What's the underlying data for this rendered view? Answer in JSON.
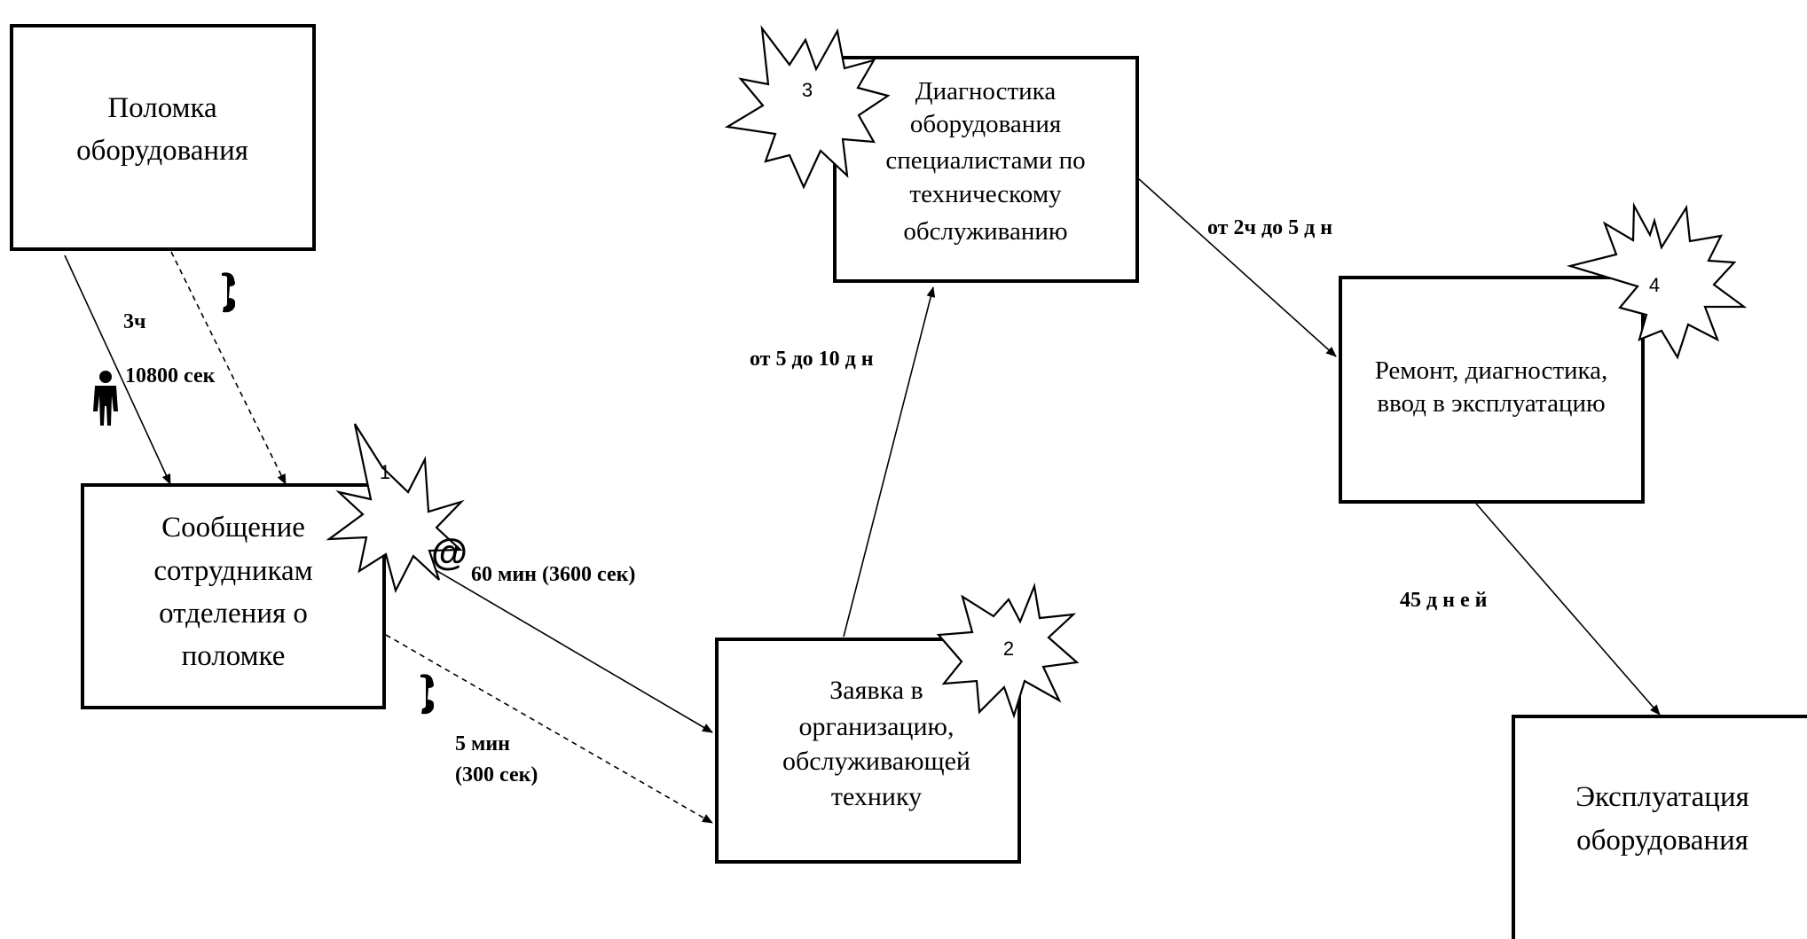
{
  "nodes": {
    "breakdown": {
      "lines": [
        "Поломка",
        "оборудования"
      ]
    },
    "report": {
      "lines": [
        "Сообщение",
        "сотрудникам",
        "отделения о",
        "поломке"
      ]
    },
    "request": {
      "lines": [
        "Заявка в",
        "организацию,",
        "обслуживающей",
        "технику"
      ]
    },
    "diagnostics": {
      "lines": [
        "Диагностика",
        "оборудования",
        "специалистами по",
        "техническому",
        "обслуживанию"
      ]
    },
    "repair": {
      "lines": [
        "Ремонт, диагностика,",
        "ввод в эксплуатацию"
      ]
    },
    "operation": {
      "lines": [
        "Эксплуатация",
        "оборудования"
      ]
    }
  },
  "stars": [
    "1",
    "2",
    "3",
    "4"
  ],
  "edge_labels": {
    "breakdown_report_hours": "3ч",
    "breakdown_report_seconds": "10800 сек",
    "report_request_email": "60 мин (3600 сек)",
    "report_request_phone_line1": "5 мин",
    "report_request_phone_line2": "(300 сек)",
    "request_diagnostics": "от 5 до 10 д н",
    "diagnostics_repair": "от 2ч до 5 д н",
    "repair_operation": "45 д н е й"
  },
  "icons": {
    "email": "@",
    "phone": "phone-handset-icon",
    "person": "person-icon"
  }
}
